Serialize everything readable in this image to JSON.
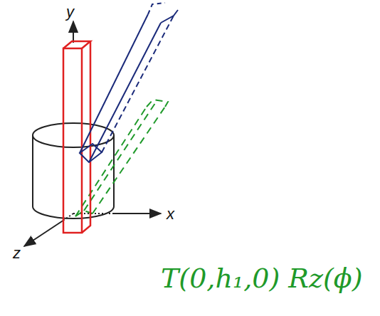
{
  "diagram": {
    "labels": [
      "y",
      "x",
      "z",
      "T(0,h₁,0) Rz(ϕ)"
    ]
  }
}
